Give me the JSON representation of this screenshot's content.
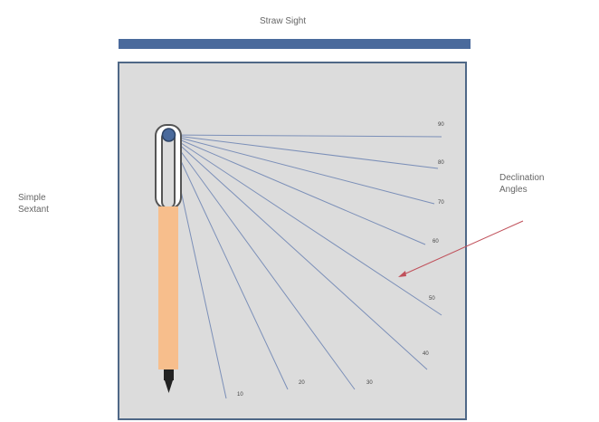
{
  "labels": {
    "straw_sight": "Straw Sight",
    "simple_sextant_line1": "Simple",
    "simple_sextant_line2": "Sextant",
    "declination_line1": "Declination",
    "declination_line2": "Angles"
  },
  "angle_marks": [
    "90",
    "80",
    "70",
    "60",
    "50",
    "40",
    "30",
    "20",
    "10"
  ],
  "colors": {
    "bar": "#4a6a9c",
    "panel_border": "#4f6887",
    "panel_fill": "#dcdcdc",
    "pencil_body": "#f7be8c",
    "sight_lines": "#7b8fb8",
    "pointer_arrow": "#c0505a"
  }
}
